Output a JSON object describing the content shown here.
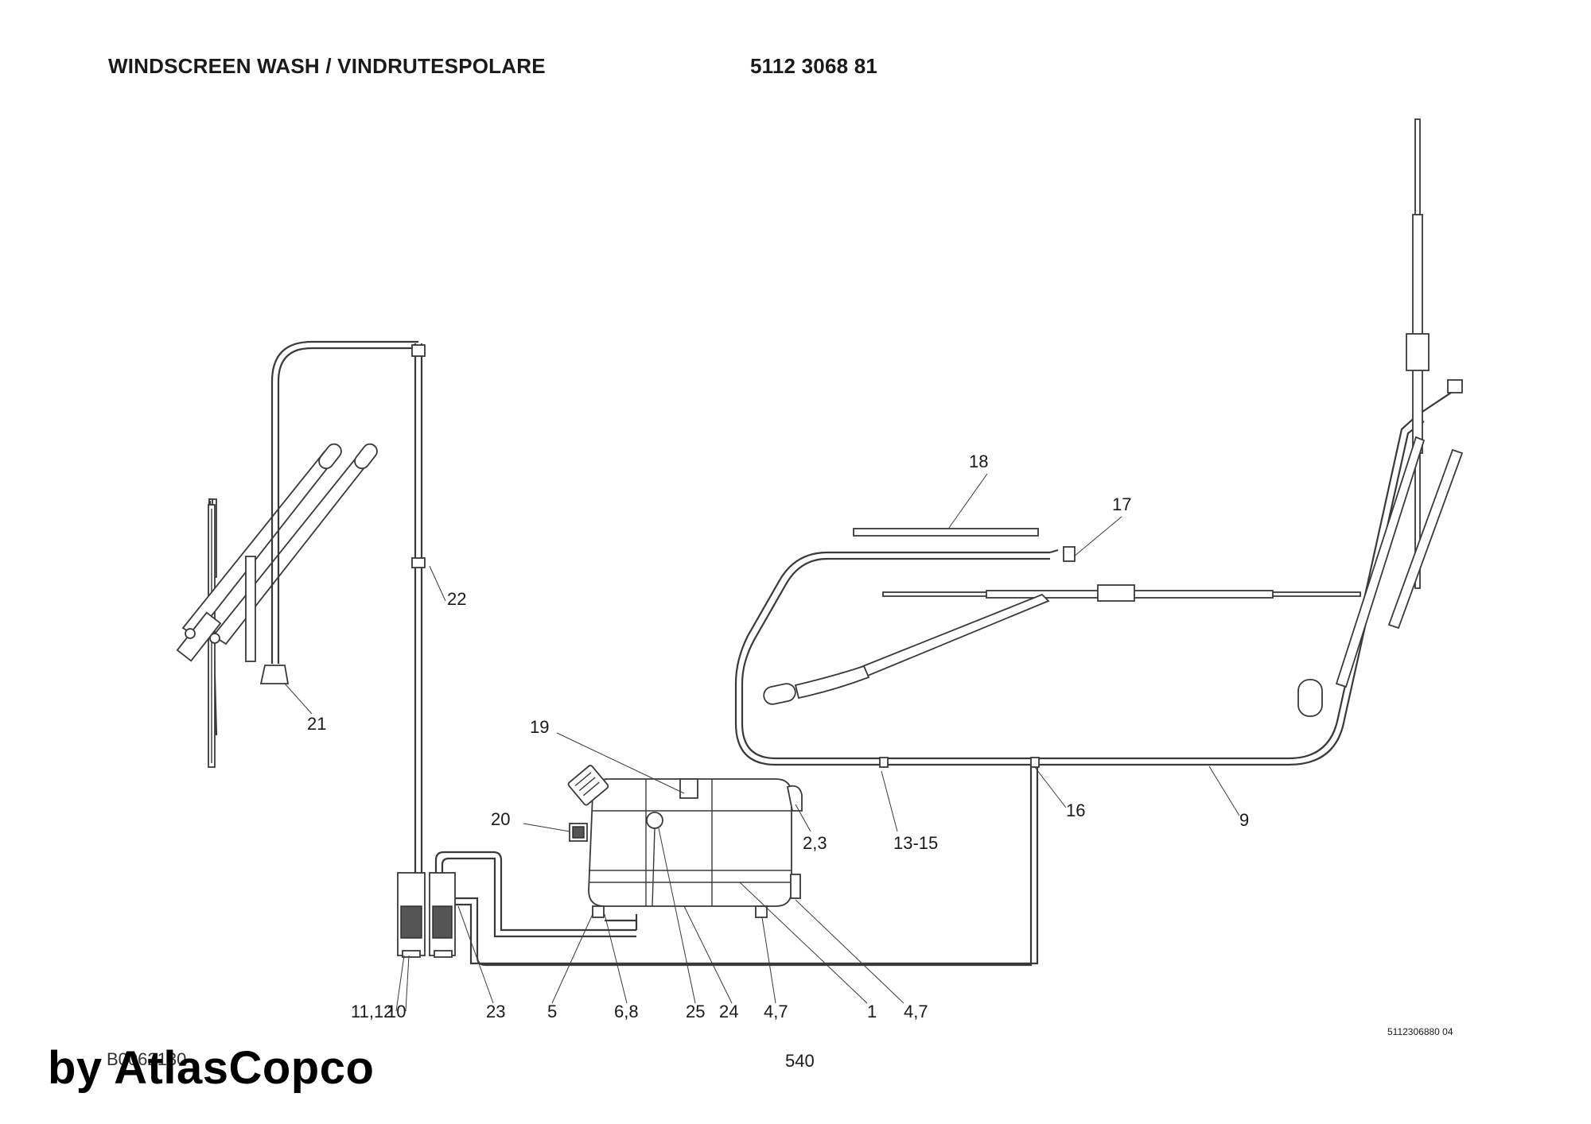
{
  "header": {
    "title": "WINDSCREEN WASH / VINDRUTESPOLARE",
    "part_number": "5112 3068 81"
  },
  "callouts": {
    "c1": "1",
    "c2_3": "2,3",
    "c4_7_a": "4,7",
    "c4_7_b": "4,7",
    "c5": "5",
    "c6_8": "6,8",
    "c9": "9",
    "c10": "10",
    "c11_12": "11,12",
    "c13_15": "13-15",
    "c16": "16",
    "c17": "17",
    "c18": "18",
    "c19": "19",
    "c20": "20",
    "c21": "21",
    "c22": "22",
    "c23": "23",
    "c24": "24",
    "c25": "25"
  },
  "footer": {
    "drawing_ref": "5112306880 04",
    "sheet_code": "B0062130",
    "page_number": "540",
    "watermark": "by AtlasCopco"
  }
}
